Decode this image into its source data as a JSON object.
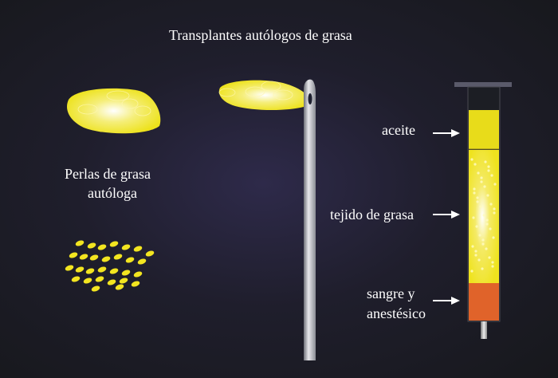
{
  "title": "Transplantes autólogos de grasa",
  "left_label": {
    "line1": "Perlas de grasa",
    "line2": "autóloga"
  },
  "syringe_labels": {
    "oil": "aceite",
    "fat": "tejido de grasa",
    "blood_line1": "sangre y",
    "blood_line2": "anestésico"
  },
  "colors": {
    "fat": "#f0e21e",
    "oil": "#e8dc1a",
    "blood": "#e0632a",
    "background": "#1f1e2c"
  }
}
